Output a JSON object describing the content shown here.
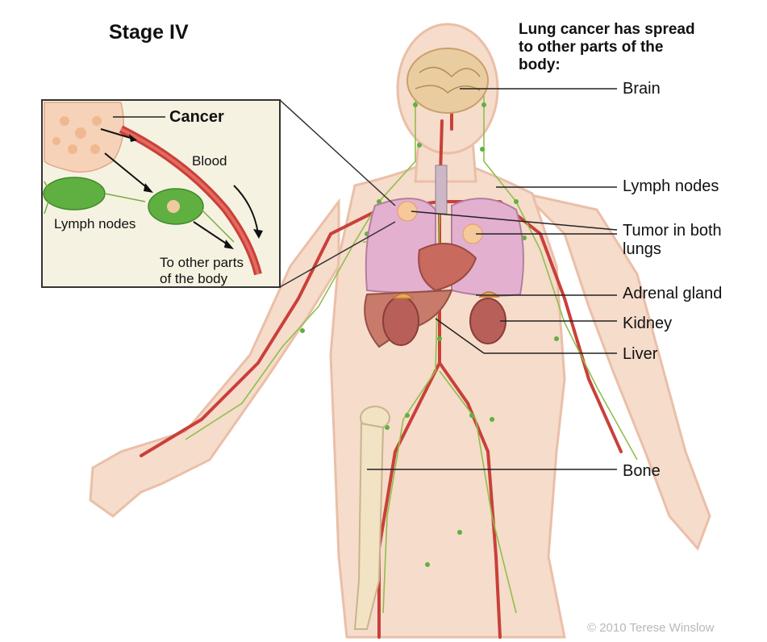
{
  "title": "Stage IV",
  "heading": "Lung cancer has spread\nto other parts of the\nbody:",
  "labels": {
    "brain": "Brain",
    "lymph_nodes": "Lymph nodes",
    "tumor": "Tumor in both\nlungs",
    "adrenal": "Adrenal gland",
    "kidney": "Kidney",
    "liver": "Liver",
    "bone": "Bone"
  },
  "inset": {
    "cancer": "Cancer",
    "blood": "Blood",
    "lymph_nodes": "Lymph nodes",
    "to_other_parts": "To other parts\nof the body"
  },
  "copyright": "© 2010 Terese Winslow",
  "colors": {
    "skin": "#f6dccb",
    "skin_edge": "#eabfa8",
    "artery": "#c9403a",
    "lymph": "#8fbf4a",
    "lung": "#e3b0d0",
    "tumor": "#f5c99a",
    "liver": "#c87a6b",
    "kidney": "#b85f5a",
    "brain": "#e9cda0",
    "node_green": "#5fb040"
  }
}
